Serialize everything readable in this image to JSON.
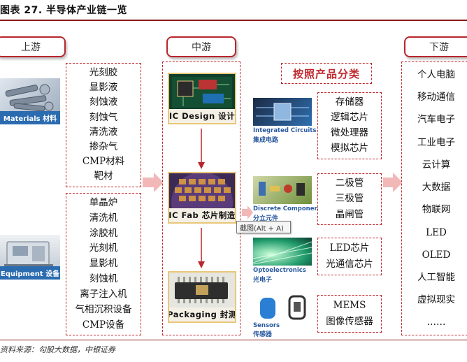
{
  "title": "图表 27. 半导体产业链一览",
  "source": "资料来源：勾股大数据，中银证券",
  "tooltip": "截图(Alt + A)",
  "stages": {
    "upstream": "上游",
    "midstream": "中游",
    "downstream": "下游"
  },
  "upstream": {
    "materials_label": "Materials 材料",
    "equipment_label": "Equipment 设备",
    "materials": [
      "光刻胶",
      "显影液",
      "刻蚀液",
      "刻蚀气",
      "清洗液",
      "掺杂气",
      "CMP材料",
      "靶材"
    ],
    "equipment": [
      "单晶炉",
      "清洗机",
      "涂胶机",
      "光刻机",
      "显影机",
      "刻蚀机",
      "离子注入机",
      "气相沉积设备",
      "CMP设备"
    ]
  },
  "midstream": {
    "steps": [
      "IC Design 设计",
      "IC Fab 芯片制造",
      "Packaging 封测"
    ]
  },
  "classification": {
    "title": "按照产品分类",
    "categories": [
      {
        "en": "Integrated Circuits",
        "zh": "集成电路",
        "items": [
          "存储器",
          "逻辑芯片",
          "微处理器",
          "模拟芯片"
        ]
      },
      {
        "en": "Discrete Components",
        "zh": "分立元件",
        "items": [
          "二极管",
          "三极管",
          "晶闸管"
        ]
      },
      {
        "en": "Optoelectronics",
        "zh": "光电子",
        "items": [
          "LED芯片",
          "光通信芯片"
        ]
      },
      {
        "en": "Sensors",
        "zh": "传感器",
        "items": [
          "MEMS",
          "图像传感器"
        ]
      }
    ]
  },
  "downstream": {
    "items": [
      "个人电脑",
      "移动通信",
      "汽车电子",
      "工业电子",
      "云计算",
      "大数据",
      "物联网",
      "LED",
      "OLED",
      "人工智能",
      "虚拟现实",
      "……"
    ]
  },
  "colors": {
    "accent": "#c0272d",
    "arrow": "#f2b8b8",
    "label_blue": "#2a5aa0"
  }
}
